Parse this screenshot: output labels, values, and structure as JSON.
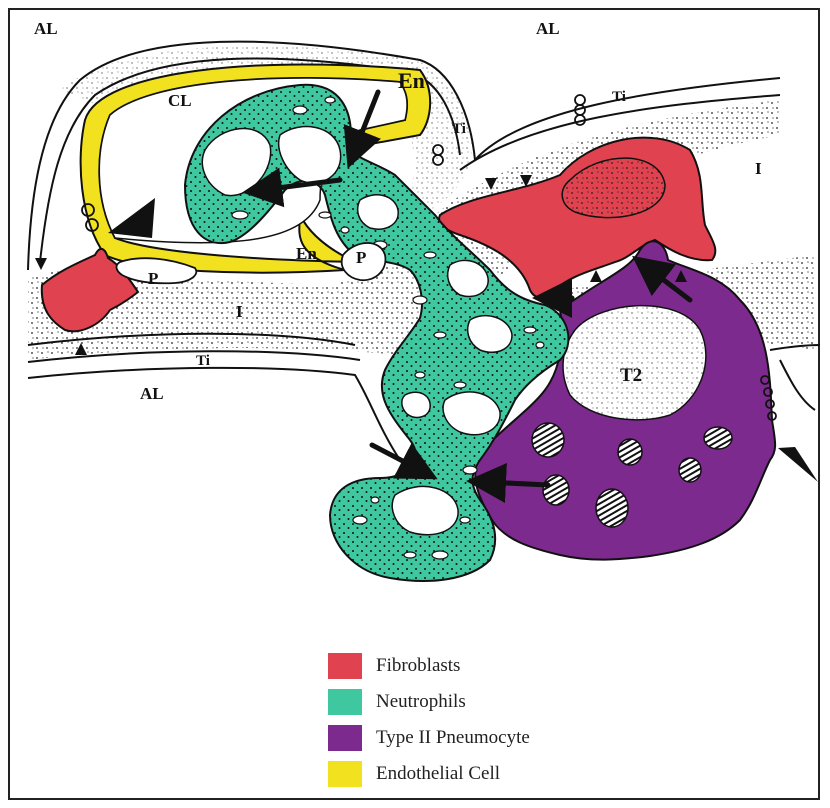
{
  "labels": {
    "al_top_left": "AL",
    "al_top_right": "AL",
    "al_bottom": "AL",
    "cl": "CL",
    "en_top": "En",
    "en_mid": "En",
    "ti_top": "Ti",
    "ti_mid": "Ti",
    "ti_bottom": "Ti",
    "i_right": "I",
    "i_left": "I",
    "p_left": "P",
    "p_mid": "P",
    "t2": "T2"
  },
  "legend": [
    {
      "label": "Fibroblasts",
      "color": "#e0434f"
    },
    {
      "label": "Neutrophils",
      "color": "#3fc7a0"
    },
    {
      "label": "Type II Pneumocyte",
      "color": "#7d2a8f"
    },
    {
      "label": "Endothelial Cell",
      "color": "#f2e11f"
    }
  ],
  "colors": {
    "fibroblast": "#e0434f",
    "neutrophil": "#3fc7a0",
    "pneumocyte": "#7d2a8f",
    "endothelial": "#f2e11f",
    "outline": "#111111"
  }
}
